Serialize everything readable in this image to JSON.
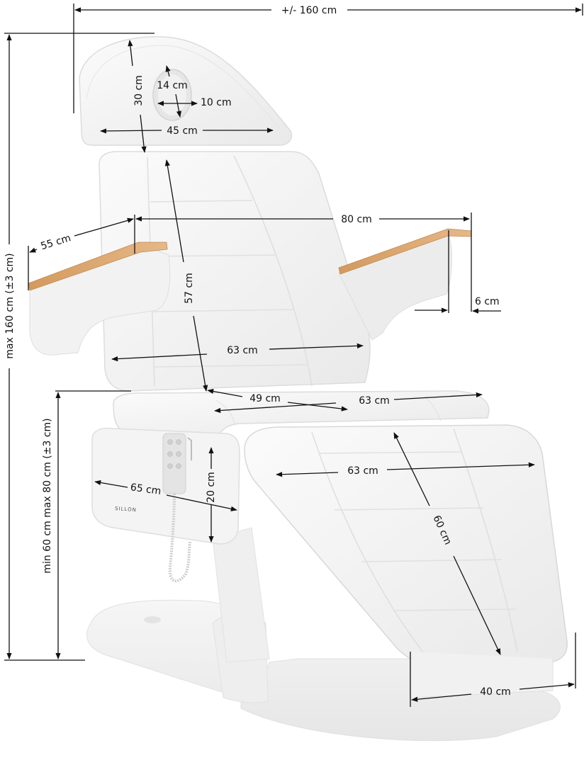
{
  "diagram": {
    "subject": "Electric cosmetic / beauty treatment chair with dimensions",
    "colors": {
      "background": "#ffffff",
      "upholstery": "#f4f4f4",
      "upholstery_shadow": "#e4e4e4",
      "seam": "#d8d8d8",
      "armrest_wood": "#d9a46c",
      "dimension_line": "#111111",
      "remote": "#e2e2e2"
    },
    "brand_label": "SILLON",
    "dimensions": {
      "overall_length": "+/- 160 cm",
      "overall_height": "max 160 cm (±3 cm)",
      "seat_height": "min 60 cm max 80 cm (±3 cm)",
      "headrest_height": "30 cm",
      "face_hole_height": "14 cm",
      "face_hole_width": "10 cm",
      "headrest_width": "45 cm",
      "armrest_length": "55 cm",
      "width_between_armrests": "80 cm",
      "armrest_overhang": "6 cm",
      "backrest_length": "57 cm",
      "backrest_width": "63 cm",
      "seat_depth": "49 cm",
      "seat_width": "63 cm",
      "legrest_width": "63 cm",
      "legrest_length": "60 cm",
      "seat_side_length": "65 cm",
      "seat_side_height": "20 cm",
      "footrest_end_width": "40 cm"
    },
    "remote_control": {
      "buttons": 6
    }
  }
}
